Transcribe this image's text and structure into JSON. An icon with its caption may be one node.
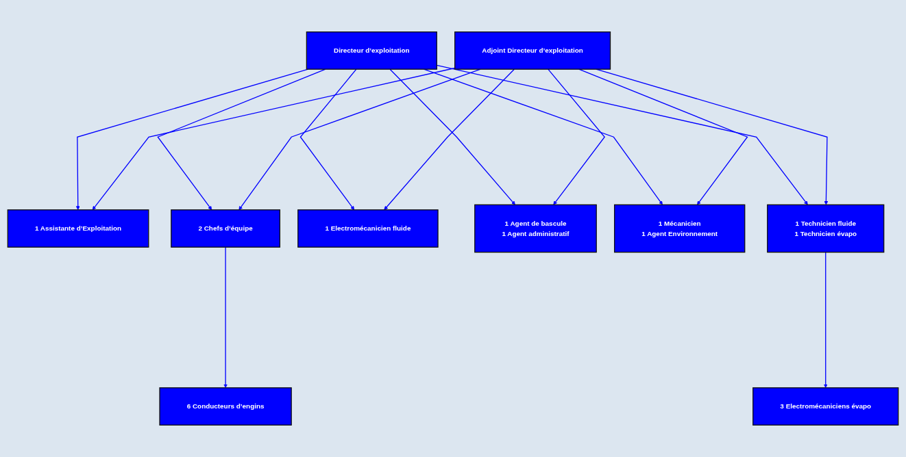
{
  "diagram": {
    "nodes": [
      {
        "text": [
          "Directeur d’exploitation"
        ]
      },
      {
        "text": [
          "Adjoint Directeur d’exploitation"
        ]
      },
      {
        "text": [
          "1 Assistante d’Exploitation"
        ]
      },
      {
        "text": [
          "2 Chefs d’équipe"
        ]
      },
      {
        "text": [
          "1 Electromécanicien fluide"
        ]
      },
      {
        "text": [
          "1 Agent de bascule",
          "1 Agent administratif"
        ]
      },
      {
        "text": [
          "1 Mécanicien",
          "1 Agent Environnement"
        ]
      },
      {
        "text": [
          "1 Technicien fluide",
          "1 Technicien évapo"
        ]
      },
      {
        "text": [
          "6 Conducteurs d’engins"
        ]
      },
      {
        "text": [
          "3 Electromécaniciens évapo"
        ]
      }
    ],
    "edges": [
      {
        "from": 0,
        "to": 2,
        "arrow": "to"
      },
      {
        "from": 0,
        "to": 3,
        "arrow": "to"
      },
      {
        "from": 0,
        "to": 4,
        "arrow": "to"
      },
      {
        "from": 0,
        "to": 5,
        "arrow": "to"
      },
      {
        "from": 0,
        "to": 6,
        "arrow": "to"
      },
      {
        "from": 0,
        "to": 7,
        "arrow": "to"
      },
      {
        "from": 1,
        "to": 2,
        "arrow": "to"
      },
      {
        "from": 1,
        "to": 3,
        "arrow": "to"
      },
      {
        "from": 1,
        "to": 4,
        "arrow": "to"
      },
      {
        "from": 1,
        "to": 5,
        "arrow": "to"
      },
      {
        "from": 1,
        "to": 6,
        "arrow": "to"
      },
      {
        "from": 1,
        "to": 7,
        "arrow": "to"
      },
      {
        "from": 3,
        "to": 8,
        "arrow": "to"
      },
      {
        "from": 7,
        "to": 9,
        "arrow": "to"
      }
    ]
  }
}
